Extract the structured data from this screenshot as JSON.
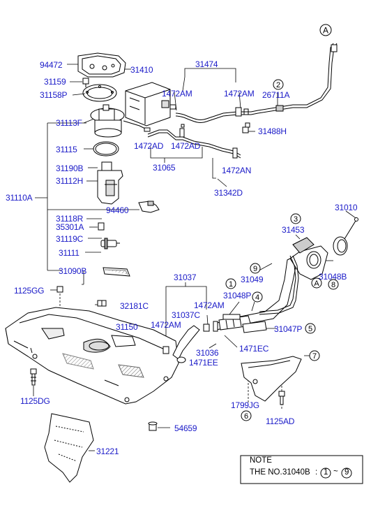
{
  "labels": {
    "l94472": "94472",
    "l31159": "31159",
    "l31158P": "31158P",
    "l31410": "31410",
    "l31474": "31474",
    "l1472AM_a": "1472AM",
    "l1472AM_b": "1472AM",
    "l26711A": "26711A",
    "l31488H": "31488H",
    "l31113F": "31113F",
    "l31115": "31115",
    "l1472AD_a": "1472AD",
    "l1472AD_b": "1472AD",
    "l31065": "31065",
    "l1472AN": "1472AN",
    "l31190B": "31190B",
    "l31112H": "31112H",
    "l31342D": "31342D",
    "l31110A": "31110A",
    "l94460": "94460",
    "l31118R": "31118R",
    "l35301A": "35301A",
    "l31119C": "31119C",
    "l31111": "31111",
    "l31090B": "31090B",
    "l31010": "31010",
    "l31453": "31453",
    "l31048B": "31048B",
    "l31049": "31049",
    "l31037": "31037",
    "l31048P": "31048P",
    "l1472AM_c": "1472AM",
    "l31037C": "31037C",
    "l1472AM_d": "1472AM",
    "l31047P": "31047P",
    "l31036": "31036",
    "l1471EC": "1471EC",
    "l1471EE": "1471EE",
    "l1125GG": "1125GG",
    "l32181C": "32181C",
    "l31150": "31150",
    "l1125DG": "1125DG",
    "l54659": "54659",
    "l31221": "31221",
    "l1799JG": "1799JG",
    "l1125AD": "1125AD"
  },
  "callouts": {
    "a_top": "A",
    "a_mid": "A",
    "c2": "2",
    "c3": "3",
    "c4": "4",
    "c5": "5",
    "c6": "6",
    "c7": "7",
    "c8": "8",
    "c9": "9",
    "c1": "1"
  },
  "note": {
    "title": "NOTE",
    "text_prefix": "THE NO.",
    "part": "31040B",
    "sep": ":",
    "range_start": "1",
    "range_tilde": "~",
    "range_end": "9"
  }
}
